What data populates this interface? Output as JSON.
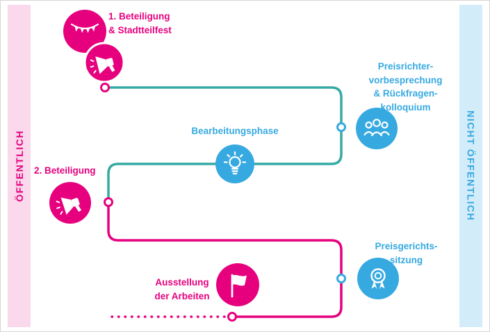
{
  "colors": {
    "pink": "#e6007e",
    "blue": "#36a9e1",
    "teal": "#35aaa4",
    "pink_band": "#f9d9eb",
    "blue_band": "#d2ecf9"
  },
  "bands": {
    "left_label": "ÖFFENTLICH",
    "right_label": "NICHT ÖFFENTLICH"
  },
  "labels": {
    "step1": "1. Beteiligung\n& Stadtteilfest",
    "jury_briefing": "Preisrichter-\nvorbesprechung\n& Rückfragen-\nkolloquium",
    "work_phase": "Bearbeitungsphase",
    "step2": "2. Beteiligung",
    "jury_session": "Preisgerichts-\nsitzung",
    "exhibition": "Ausstellung\nder Arbeiten"
  }
}
